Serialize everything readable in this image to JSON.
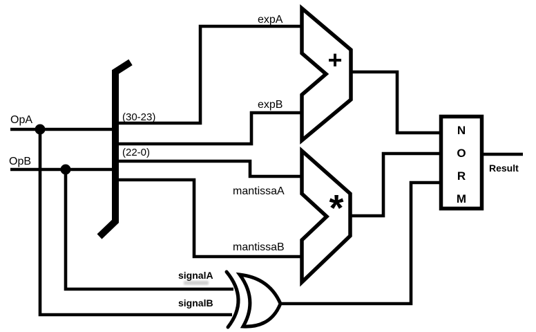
{
  "colors": {
    "ink": "#000000",
    "background": "#ffffff"
  },
  "operands": {
    "op_a": "OpA",
    "op_b": "OpB"
  },
  "bus": {
    "exponent_bits": "(30-23)",
    "mantissa_bits": "(22-0)"
  },
  "fields": {
    "exp_a": "expA",
    "exp_b": "expB",
    "mantissa_a": "mantissaA",
    "mantissa_b": "mantissaB",
    "signal_a": "signalA",
    "signal_b": "signalB"
  },
  "blocks": {
    "adder_symbol": "+",
    "multiplier_symbol": "*",
    "norm_letters": [
      "N",
      "O",
      "R",
      "M"
    ]
  },
  "output": {
    "result_label": "Result"
  }
}
